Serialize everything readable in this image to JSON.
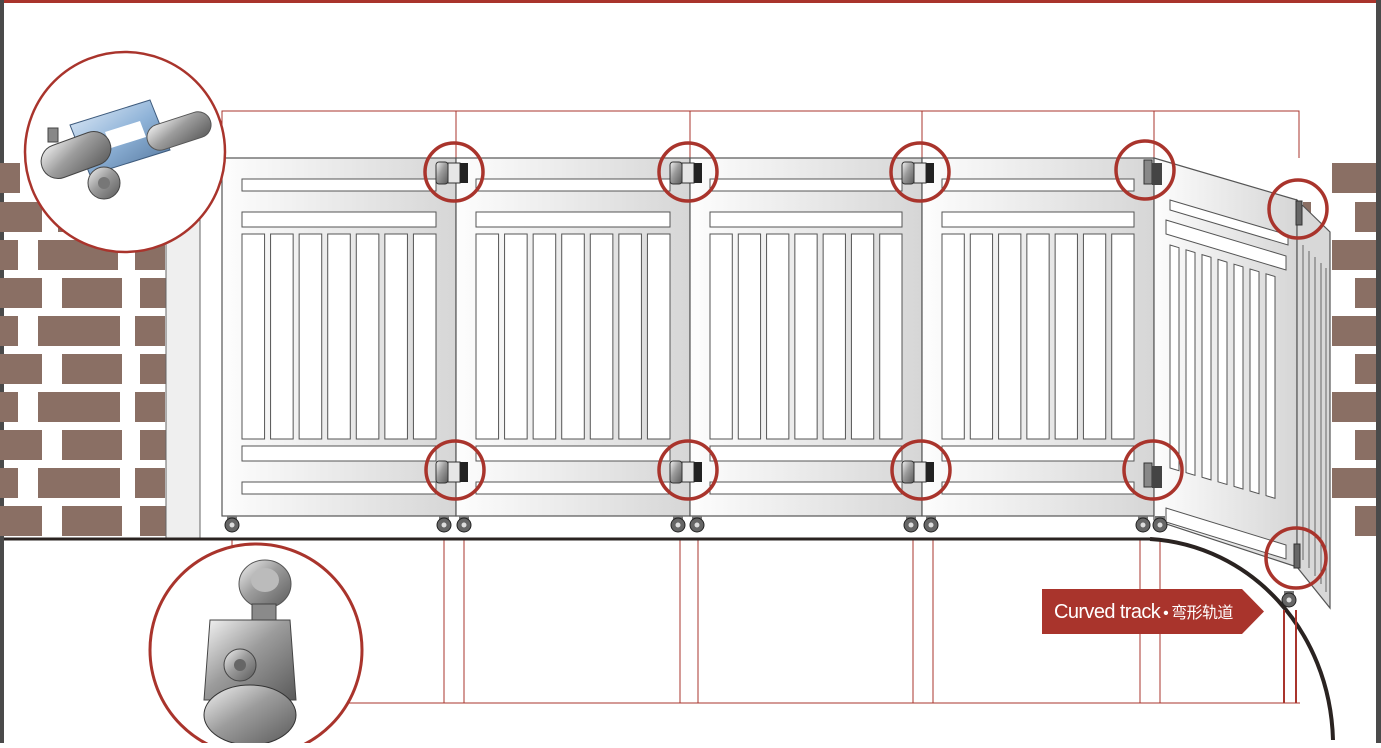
{
  "colors": {
    "accent": "#a9342c",
    "brick": "#8a6f64",
    "track": "#2a2321",
    "gate_fill": "#e9e9e9",
    "frame": "#555555"
  },
  "callout": {
    "label_en": "Curved track",
    "separator": "•",
    "label_cn": "弯形轨道"
  },
  "details": {
    "hinge_closeup": "hinge-photo",
    "wheel_closeup": "wheel-photo"
  }
}
